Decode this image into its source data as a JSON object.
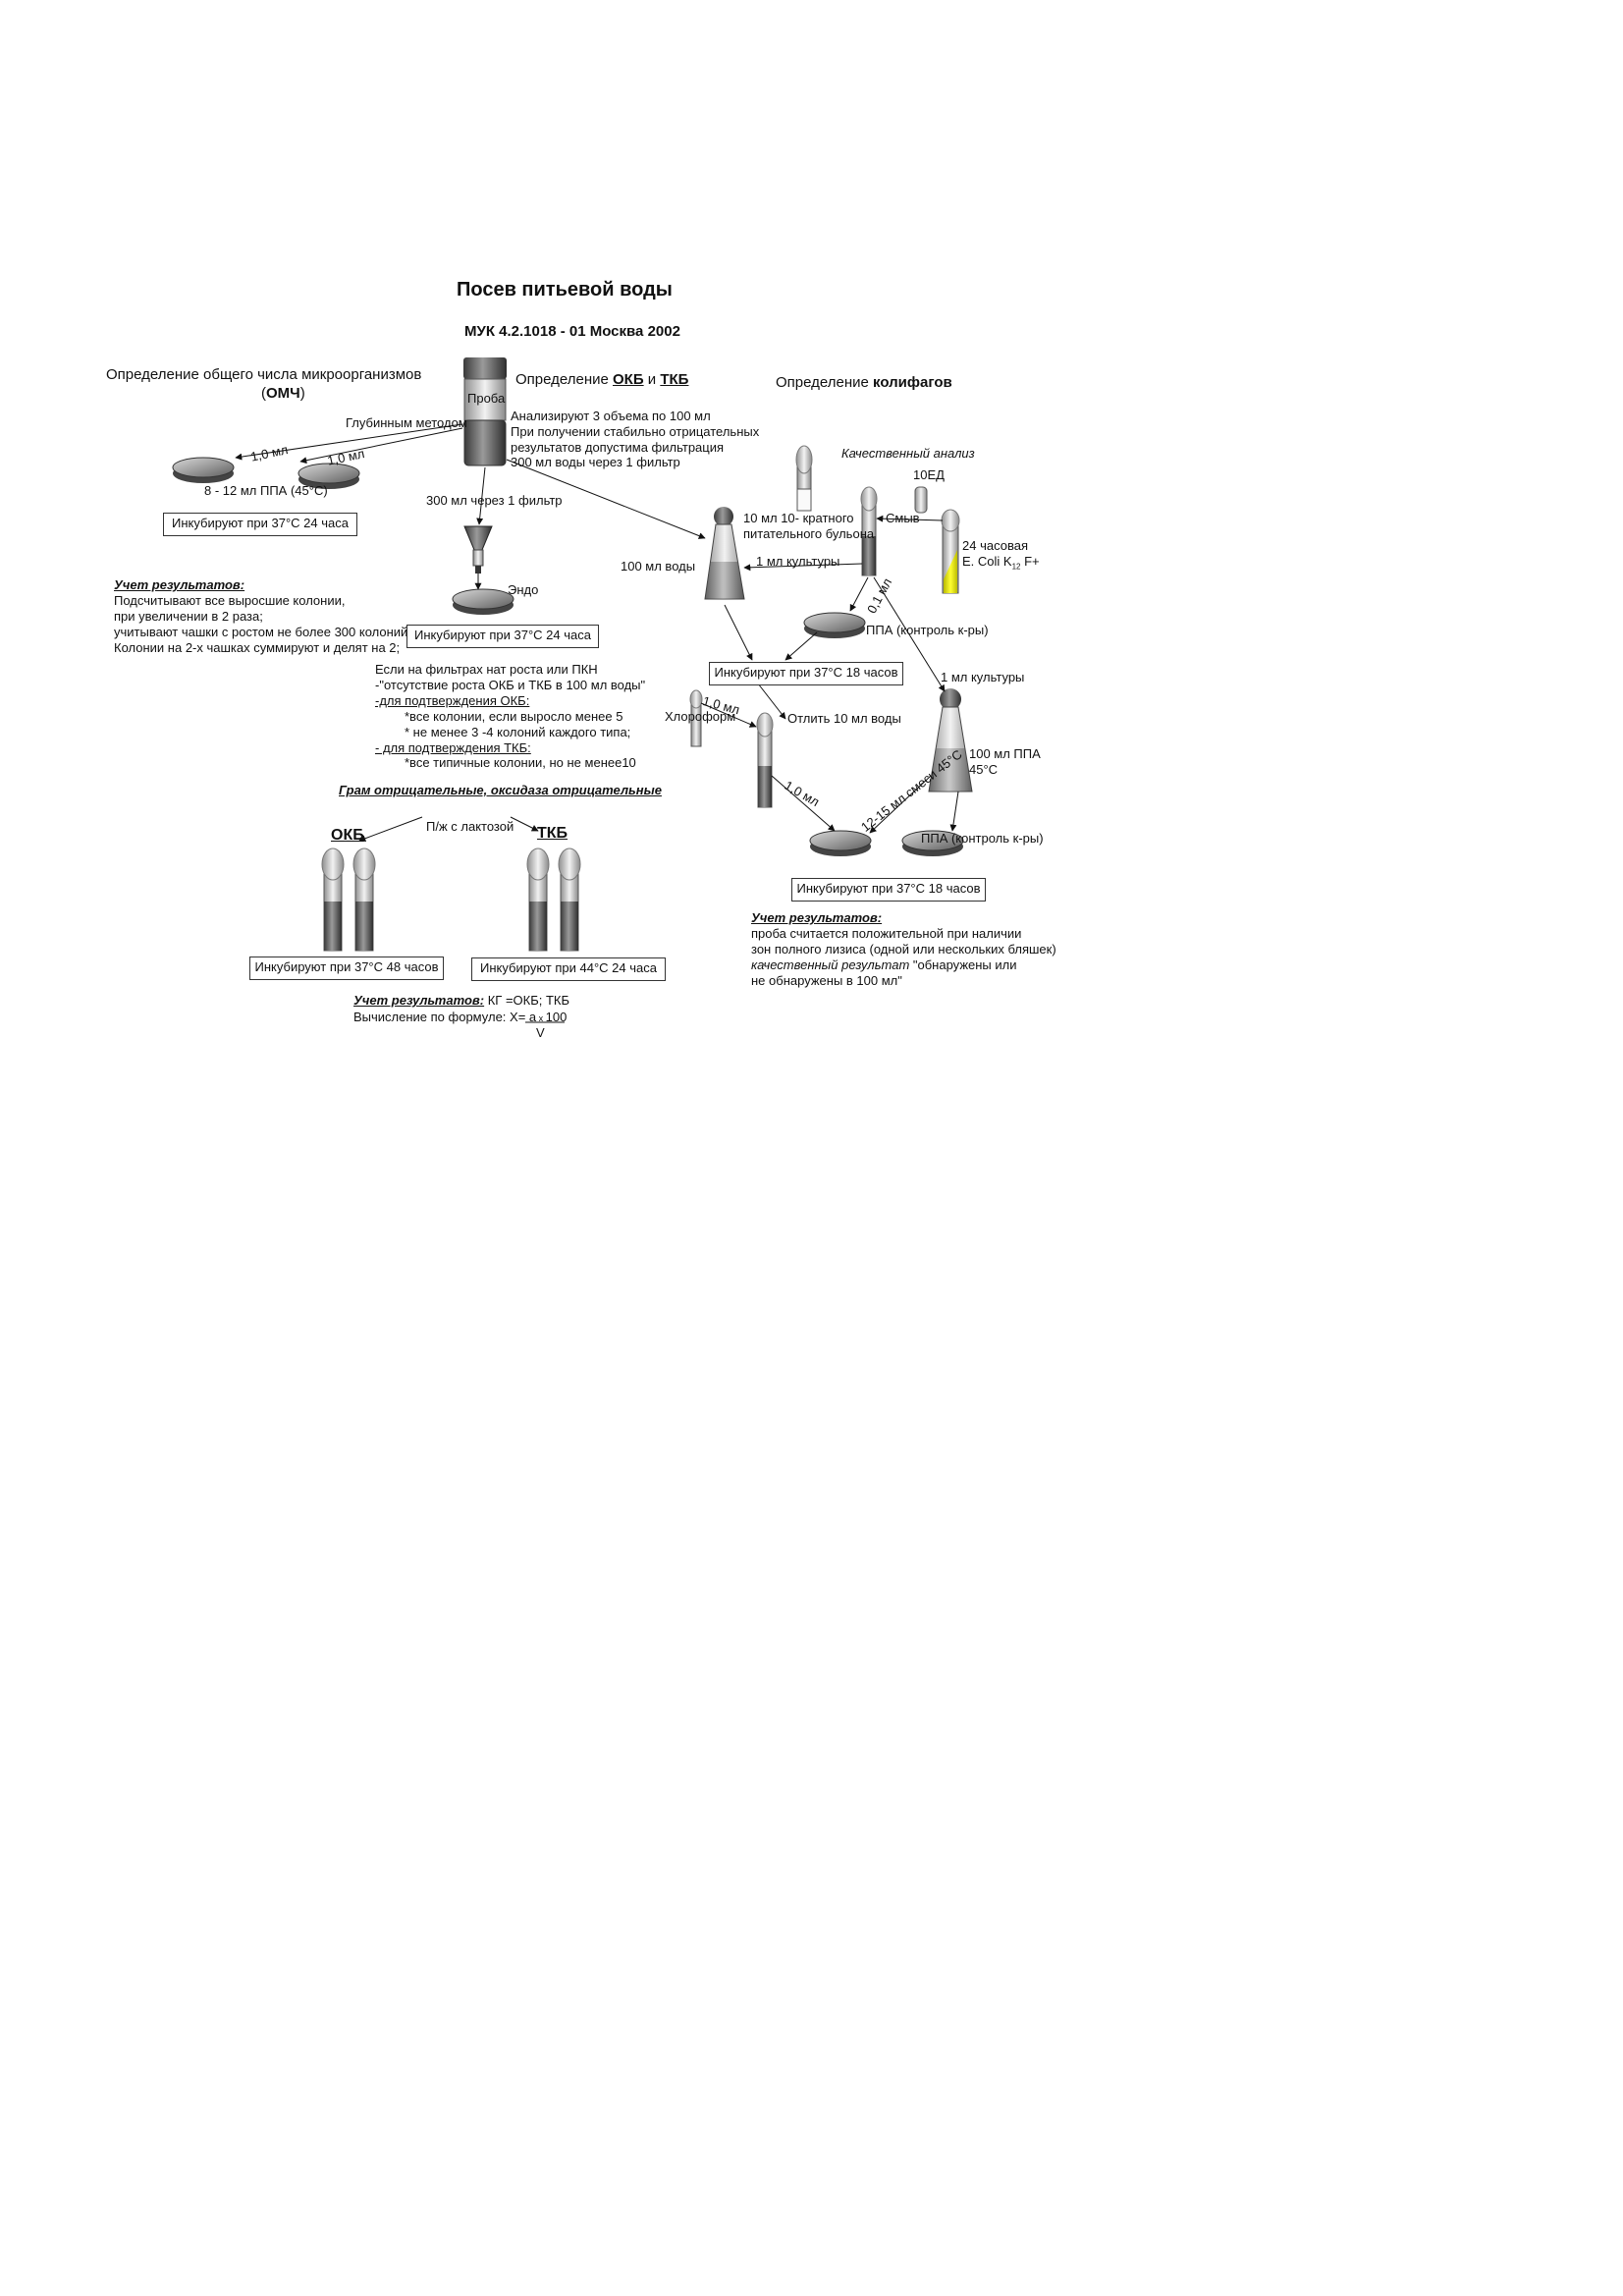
{
  "title": "Посев питьевой воды",
  "subtitle": "МУК 4.2.1018 - 01 Москва 2002",
  "sections": {
    "omch": {
      "heading_line1": "Определение общего числа микроорганизмов",
      "heading_line2_prefix": "(",
      "heading_line2_bold": "ОМЧ",
      "heading_line2_suffix": ")",
      "method": "Глубинным методом",
      "vol1": "1,0 мл",
      "vol2": "1,0 мл",
      "medium": "8 - 12 мл ППА (45°С)",
      "incubation": "Инкубируют при 37°С  24 часа",
      "results_title": "Учет результатов:",
      "results_lines": [
        "Подсчитывают все выросшие колонии,",
        "при увеличении в 2 раза;",
        "учитывают чашки с ростом не более 300 колоний.",
        "Колонии на 2-х чашках суммируют и делят на 2;"
      ]
    },
    "sample": {
      "label": "Проба",
      "note_lines": [
        "Анализируют 3 объема по 100 мл",
        "При получении стабильно отрицательных",
        " результатов допустима фильтрация",
        " 300 мл воды через 1 фильтр"
      ]
    },
    "okb": {
      "heading_prefix": "Определение ",
      "heading_okb": "ОКБ",
      "heading_mid": " и ",
      "heading_tkb": "ТКБ",
      "filter_label": "300 мл  через 1 фильтр",
      "endo": "Эндо",
      "incubation": "Инкубируют при 37°С  24 часа",
      "conditions_lines": [
        "Если на фильтрах нат роста или ПКН",
        "-\"отсутствие роста ОКБ и ТКБ в 100 мл воды\"",
        "-для подтверждения ОКБ:",
        "*все колонии, если выросло менее 5",
        "* не менее 3 -4 колоний каждого типа;",
        "- для подтверждения ТКБ:",
        "*все типичные колонии, но не менее10"
      ],
      "gram": "Грам отрицательные, оксидаза отрицательные",
      "lactose": "П/ж с лактозой",
      "okb_label": "ОКБ",
      "tkb_label": "ТКБ",
      "inc_okb": "Инкубируют при 37°С  48 часов",
      "inc_tkb": "Инкубируют при 44°С  24 часа",
      "results_title": "Учет результатов:",
      "results_text": " КГ =ОКБ; ТКБ",
      "formula_prefix": "Вычисление по формуле: X= ",
      "formula_num": "а",
      "formula_x": " х ",
      "formula_100": "100",
      "formula_den": "V"
    },
    "coliphages": {
      "heading_prefix": "Определение ",
      "heading_bold": "колифагов",
      "qualitative": "Качественный анализ",
      "ed": "10ЕД",
      "wash": "Смыв",
      "ecoli_line1": "24 часовая",
      "ecoli_line2_a": "E. Coli K",
      "ecoli_sub": "12",
      "ecoli_line2_b": " F+",
      "broth_line1": "10 мл 10- кратного",
      "broth_line2": "питательного бульона",
      "water": "100 мл воды",
      "culture1": "1 мл культуры",
      "vol01": "0,1 мл",
      "ppa_control1": "ППА (контроль к-ры)",
      "incubation1": "Инкубируют при 37°С  18 часов",
      "culture2": "1 мл культуры",
      "chloroform": "Хлороформ",
      "vol10a": "1,0 мл",
      "pour": "Отлить 10 мл воды",
      "ppa100_line1": "100 мл  ППА",
      "ppa100_line2": "45°С",
      "vol10b": "1,0 мл",
      "mix": "12-15 мл смеси 45°С",
      "ppa_control2": "ППА (контроль к-ры)",
      "incubation2": "Инкубируют при 37°С  18 часов",
      "results_title": "Учет результатов:",
      "results_line1": "проба считается положительной при наличии",
      "results_line2": "зон полного лизиса (одной или нескольких бляшек)",
      "results_line3_it": "качественный результат",
      "results_line3_rest": " \"обнаружены или",
      "results_line4": "не обнаружены в 100 мл\""
    }
  }
}
